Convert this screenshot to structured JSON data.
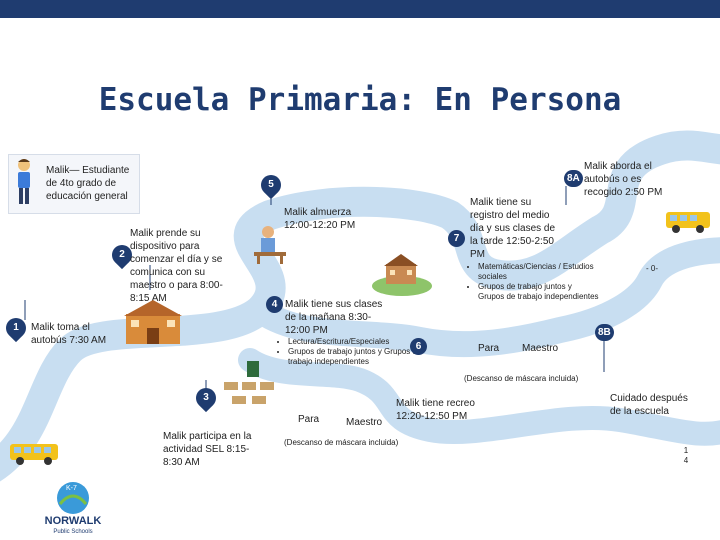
{
  "title": "Escuela Primaria: En Persona",
  "student": "Malik— Estudiante de 4to grado de educación general",
  "steps": {
    "s1": {
      "num": "1",
      "text": "Malik toma el autobús 7:30 AM"
    },
    "s2": {
      "num": "2",
      "text": "Malik prende su dispositivo para comenzar el día y se comunica con su maestro o para 8:00-8:15 AM"
    },
    "s3": {
      "num": "3",
      "text": "Malik participa en la actividad SEL 8:15-8:30 AM"
    },
    "s4": {
      "num": "4",
      "text": "Malik tiene sus clases de la mañana 8:30-12:00 PM",
      "bullets": [
        "Lectura/Escritura/Especiales",
        "Grupos de trabajo juntos y Grupos de trabajo independientes"
      ],
      "para": "Para",
      "maestro": "Maestro",
      "note": "(Descanso de máscara incluida)"
    },
    "s5": {
      "num": "5",
      "text": "Malik almuerza 12:00-12:20 PM"
    },
    "s6": {
      "num": "6",
      "text": "Malik tiene recreo 12:20-12:50 PM"
    },
    "s7": {
      "num": "7",
      "text": "Malik tiene su registro del medio día y sus clases de la tarde 12:50-2:50 PM",
      "bullets": [
        "Matemáticas/Ciencias / Estudios sociales",
        "Grupos de trabajo juntos y Grupos de trabajo independientes"
      ],
      "para": "Para",
      "maestro": "Maestro",
      "note": "(Descanso de máscara incluida)"
    },
    "s8a": {
      "num": "8A",
      "text": "Malik aborda el autobús o es recogido 2:50 PM"
    },
    "s8b": {
      "num": "8B",
      "text": "Cuidado después de la escuela"
    }
  },
  "misc": {
    "dots": "- 0-",
    "page_number": "1 4"
  },
  "logo": {
    "grade": "K-7",
    "name": "NORWALK",
    "sub": "Public Schools"
  },
  "colors": {
    "river": "#c8def1",
    "navy": "#1f3c70",
    "bus": "#f2c21b"
  }
}
